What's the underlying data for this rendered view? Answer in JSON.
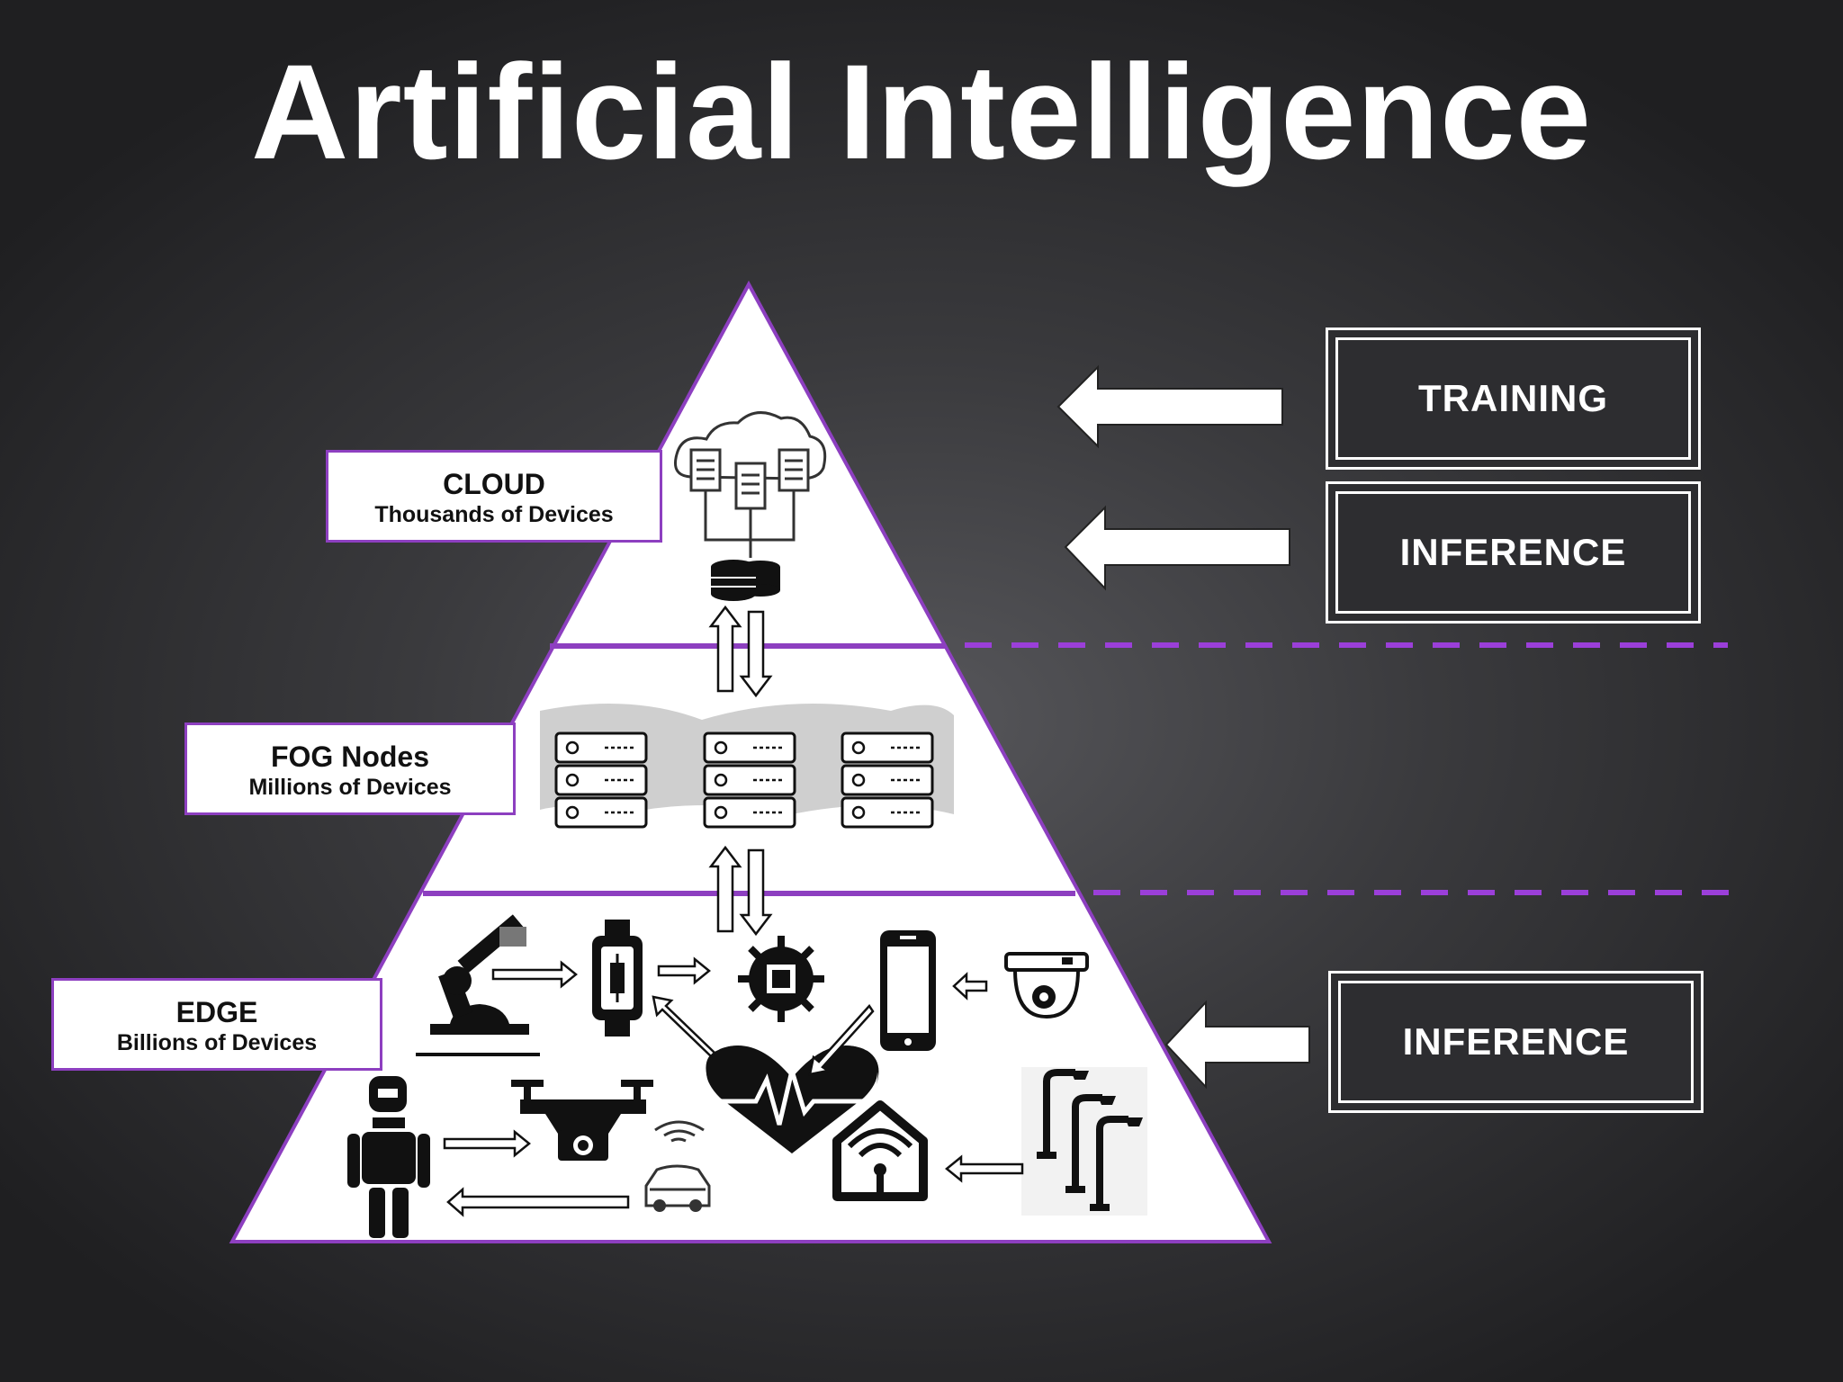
{
  "title": "Artificial Intelligence",
  "layers": {
    "cloud": {
      "name": "CLOUD",
      "count": "Thousands of Devices"
    },
    "fog": {
      "name": "FOG Nodes",
      "count": "Millions of Devices"
    },
    "edge": {
      "name": "EDGE",
      "count": "Billions of Devices"
    }
  },
  "side_boxes": {
    "training": "TRAINING",
    "inference_top": "INFERENCE",
    "inference_bottom": "INFERENCE"
  },
  "colors": {
    "accent": "#8d3fc0",
    "background": "#3a3a3d",
    "text": "#ffffff"
  },
  "icons": [
    "cloud-servers-icon",
    "database-icon",
    "server-rack-icon",
    "robot-arm-icon",
    "smartwatch-icon",
    "processor-chip-icon",
    "smartphone-icon",
    "security-camera-icon",
    "heart-rate-icon",
    "humanoid-robot-icon",
    "drone-icon",
    "connected-car-icon",
    "smart-home-icon",
    "street-lamp-icon"
  ]
}
